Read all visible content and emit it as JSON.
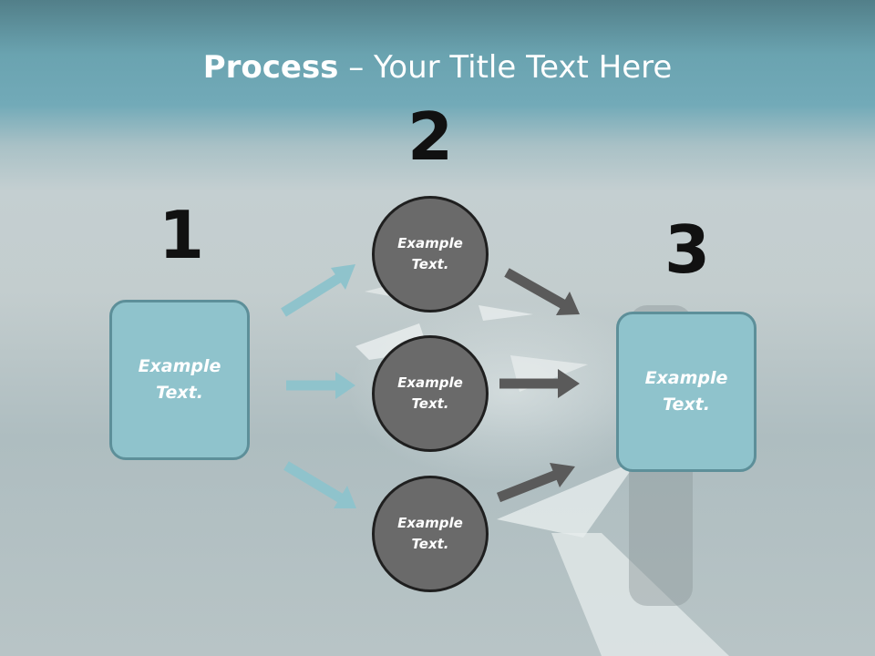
{
  "title": {
    "bold": "Process",
    "rest": " – Your Title Text Here"
  },
  "steps": [
    {
      "number": "1",
      "text": "Example Text."
    },
    {
      "number": "2"
    },
    {
      "number": "3",
      "text": "Example Text."
    }
  ],
  "circles": [
    {
      "text": "Example Text."
    },
    {
      "text": "Example Text."
    },
    {
      "text": "Example Text."
    }
  ],
  "colors": {
    "box_fill": "#8fc3cc",
    "box_border": "#5d8f99",
    "circle_fill": "#6a6a6a",
    "circle_border": "#1f1f1f",
    "light_arrow": "#8fc3cc",
    "dark_arrow": "#5a5a5a"
  }
}
